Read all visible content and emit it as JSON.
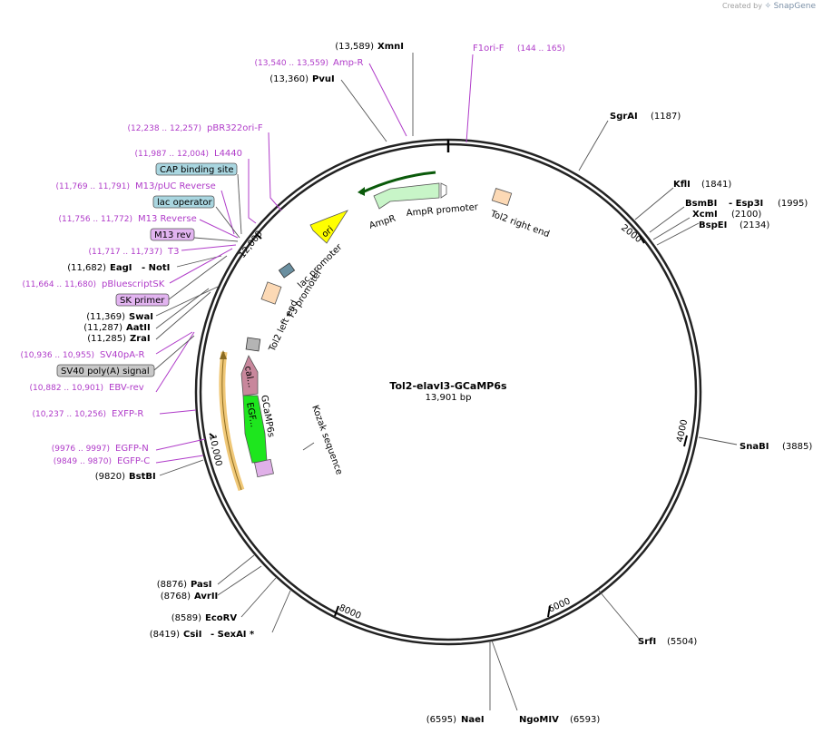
{
  "credit": {
    "prefix": "Created by",
    "brand": "SnapGene"
  },
  "plasmid": {
    "name": "Tol2-elavl3-GCaMP6s",
    "size": "13,901 bp"
  },
  "colors": {
    "primer": "#b03cc9",
    "enzyme": "#000000",
    "ampr": "#c8f5c8",
    "ori": "#ffff00",
    "egfp": "#1ee61e",
    "calm": "#c8879c",
    "tol2": "#fcd9b5",
    "promoter": "#ffffff",
    "lac_operator": "#a9d6e0",
    "cap_site": "#a9d6e0",
    "m13": "#e2b4f0",
    "sv40": "#c8c8c8",
    "orf": "#f0c878"
  },
  "ticks": [
    {
      "label": "2000"
    },
    {
      "label": "4000"
    },
    {
      "label": "6000"
    },
    {
      "label": "8000"
    },
    {
      "label": "10,000"
    },
    {
      "label": "12,000"
    }
  ],
  "enzymes": [
    {
      "name": "XmnI",
      "pos": "(13,589)"
    },
    {
      "name": "PvuI",
      "pos": "(13,360)"
    },
    {
      "name": "SgrAI",
      "pos": "(1187)"
    },
    {
      "name": "KflI",
      "pos": "(1841)"
    },
    {
      "name": "BsmBI",
      "name2": "- Esp3I",
      "pos": "(1995)"
    },
    {
      "name": "XcmI",
      "pos": "(2100)"
    },
    {
      "name": "BspEI",
      "pos": "(2134)"
    },
    {
      "name": "SnaBI",
      "pos": "(3885)"
    },
    {
      "name": "SrfI",
      "pos": "(5504)"
    },
    {
      "name": "NgoMIV",
      "pos": "(6593)"
    },
    {
      "name": "NaeI",
      "pos": "(6595)"
    },
    {
      "name": "CsiI",
      "name2": "- SexAI *",
      "pos": "(8419)"
    },
    {
      "name": "EcoRV",
      "pos": "(8589)"
    },
    {
      "name": "AvrII",
      "pos": "(8768)"
    },
    {
      "name": "PasI",
      "pos": "(8876)"
    },
    {
      "name": "BstBI",
      "pos": "(9820)"
    },
    {
      "name": "ZraI",
      "pos": "(11,285)"
    },
    {
      "name": "AatII",
      "pos": "(11,287)"
    },
    {
      "name": "SwaI",
      "pos": "(11,369)"
    },
    {
      "name": "EagI",
      "name2": "- NotI",
      "pos": "(11,682)"
    }
  ],
  "primers": [
    {
      "name": "F1ori-F",
      "range": "(144 .. 165)"
    },
    {
      "name": "Amp-R",
      "range": "(13,540 .. 13,559)"
    },
    {
      "name": "pBR322ori-F",
      "range": "(12,238 .. 12,257)"
    },
    {
      "name": "L4440",
      "range": "(11,987 .. 12,004)"
    },
    {
      "name": "M13/pUC Reverse",
      "range": "(11,769 .. 11,791)"
    },
    {
      "name": "M13 Reverse",
      "range": "(11,756 .. 11,772)"
    },
    {
      "name": "T3",
      "range": "(11,717 .. 11,737)"
    },
    {
      "name": "pBluescriptSK",
      "range": "(11,664 .. 11,680)"
    },
    {
      "name": "SV40pA-R",
      "range": "(10,936 .. 10,955)"
    },
    {
      "name": "EBV-rev",
      "range": "(10,882 .. 10,901)"
    },
    {
      "name": "EXFP-R",
      "range": "(10,237 .. 10,256)"
    },
    {
      "name": "EGFP-N",
      "range": "(9976 .. 9997)"
    },
    {
      "name": "EGFP-C",
      "range": "(9849 .. 9870)"
    }
  ],
  "feature_boxes": [
    {
      "name": "CAP binding site"
    },
    {
      "name": "lac operator"
    },
    {
      "name": "M13 rev"
    },
    {
      "name": "SK primer"
    },
    {
      "name": "SV40 poly(A) signal"
    }
  ],
  "features": {
    "ampr": "AmpR",
    "ampr_promoter": "AmpR promoter",
    "tol2_right": "Tol2 right end",
    "ori": "ori",
    "lac_promoter": "lac promoter",
    "t3_promoter": "T3 promoter",
    "tol2_left": "Tol2 left end",
    "gcamp": "GCaMP6s",
    "egfp_short": "EGF...",
    "cal_short": "cal...",
    "kozak": "Kozak sequence"
  }
}
